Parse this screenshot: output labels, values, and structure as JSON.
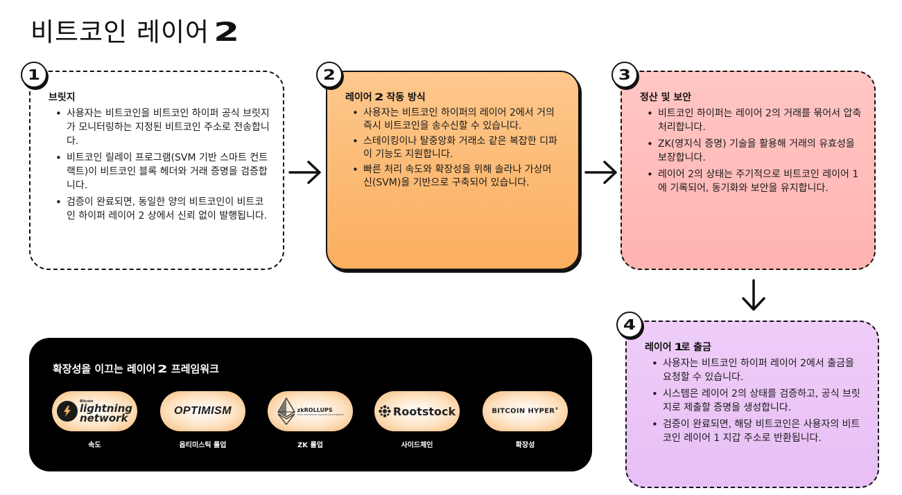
{
  "title": {
    "text": "비트코인 레이어",
    "brand_number": "2"
  },
  "steps": [
    {
      "number": "1",
      "title": "브릿지",
      "bullets": [
        "사용자는 비트코인을 비트코인 하이퍼 공식 브릿지가 모니터링하는 지정된 비트코인 주소로 전송합니다.",
        "비트코인 릴레이 프로그램(SVM 기반 스마트 컨트랙트)이 비트코인 블록 헤더와 거래 증명을 검증합니다.",
        "검증이 완료되면, 동일한 양의 비트코인이 비트코인 하이퍼 레이어 2 상에서 신뢰 없이 발행됩니다."
      ]
    },
    {
      "number": "2",
      "title_prefix": "레이어",
      "title_brand": "2",
      "title_suffix": "작동 방식",
      "bullets": [
        "사용자는 비트코인 하이퍼의 레이어 2에서 거의 즉시 비트코인을 송수신할 수 있습니다.",
        "스테이킹이나 탈중앙화 거래소 같은 복잡한 디파이 기능도 지원합니다.",
        "빠른 처리 속도와 확장성을 위해 솔라나 가상머신(SVM)을 기반으로 구축되어 있습니다."
      ]
    },
    {
      "number": "3",
      "title": "정산 및 보안",
      "bullets": [
        "비트코인 하이퍼는 레이어 2의 거래를 묶어서 압축 처리합니다.",
        "ZK(영지식 증명) 기술을 활용해 거래의 유효성을 보장합니다.",
        "레이어 2의 상태는 주기적으로 비트코인 레이어 1에 기록되어, 동기화와 보안을 유지합니다."
      ]
    },
    {
      "number": "4",
      "title_prefix": "레이어",
      "title_brand": "1",
      "title_suffix": "로 출금",
      "bullets": [
        "사용자는 비트코인 하이퍼 레이어 2에서 출금을 요청할 수 있습니다.",
        "시스템은 레이어 2의 상태를 검증하고, 공식 브릿지로 제출할 증명을 생성합니다.",
        "검증이 완료되면, 해당 비트코인은 사용자의 비트코인 레이어 1 지갑 주소로 반환됩니다."
      ]
    }
  ],
  "panel": {
    "title_prefix": "확장성을 이끄는 레이어",
    "title_brand": "2",
    "title_suffix": "프레임워크",
    "items": [
      {
        "logo_small": "Bitcoin",
        "logo_line1": "lightning",
        "logo_line2": "network",
        "label": "속도",
        "icon": "lightning-bolt-icon"
      },
      {
        "logo": "OPTIMISM",
        "label": "옵티미스틱 롤업"
      },
      {
        "logo": "zkROLLUPS",
        "logo_tagline": "ZERO KNOWLEDGE ROLLUPS ON ETHEREUM",
        "label": "ZK 롤업",
        "icon": "ethereum-icon"
      },
      {
        "logo": "Rootstock",
        "label": "사이드체인",
        "icon": "rootstock-icon"
      },
      {
        "logo": "BITCOIN HYPER",
        "logo_mark": "®",
        "label": "확장성"
      }
    ]
  },
  "colors": {
    "step1": "#ffffff",
    "step2": "#fbae5e",
    "step3": "#ffb3b0",
    "step4": "#e7bff5",
    "panel": "#000000"
  }
}
